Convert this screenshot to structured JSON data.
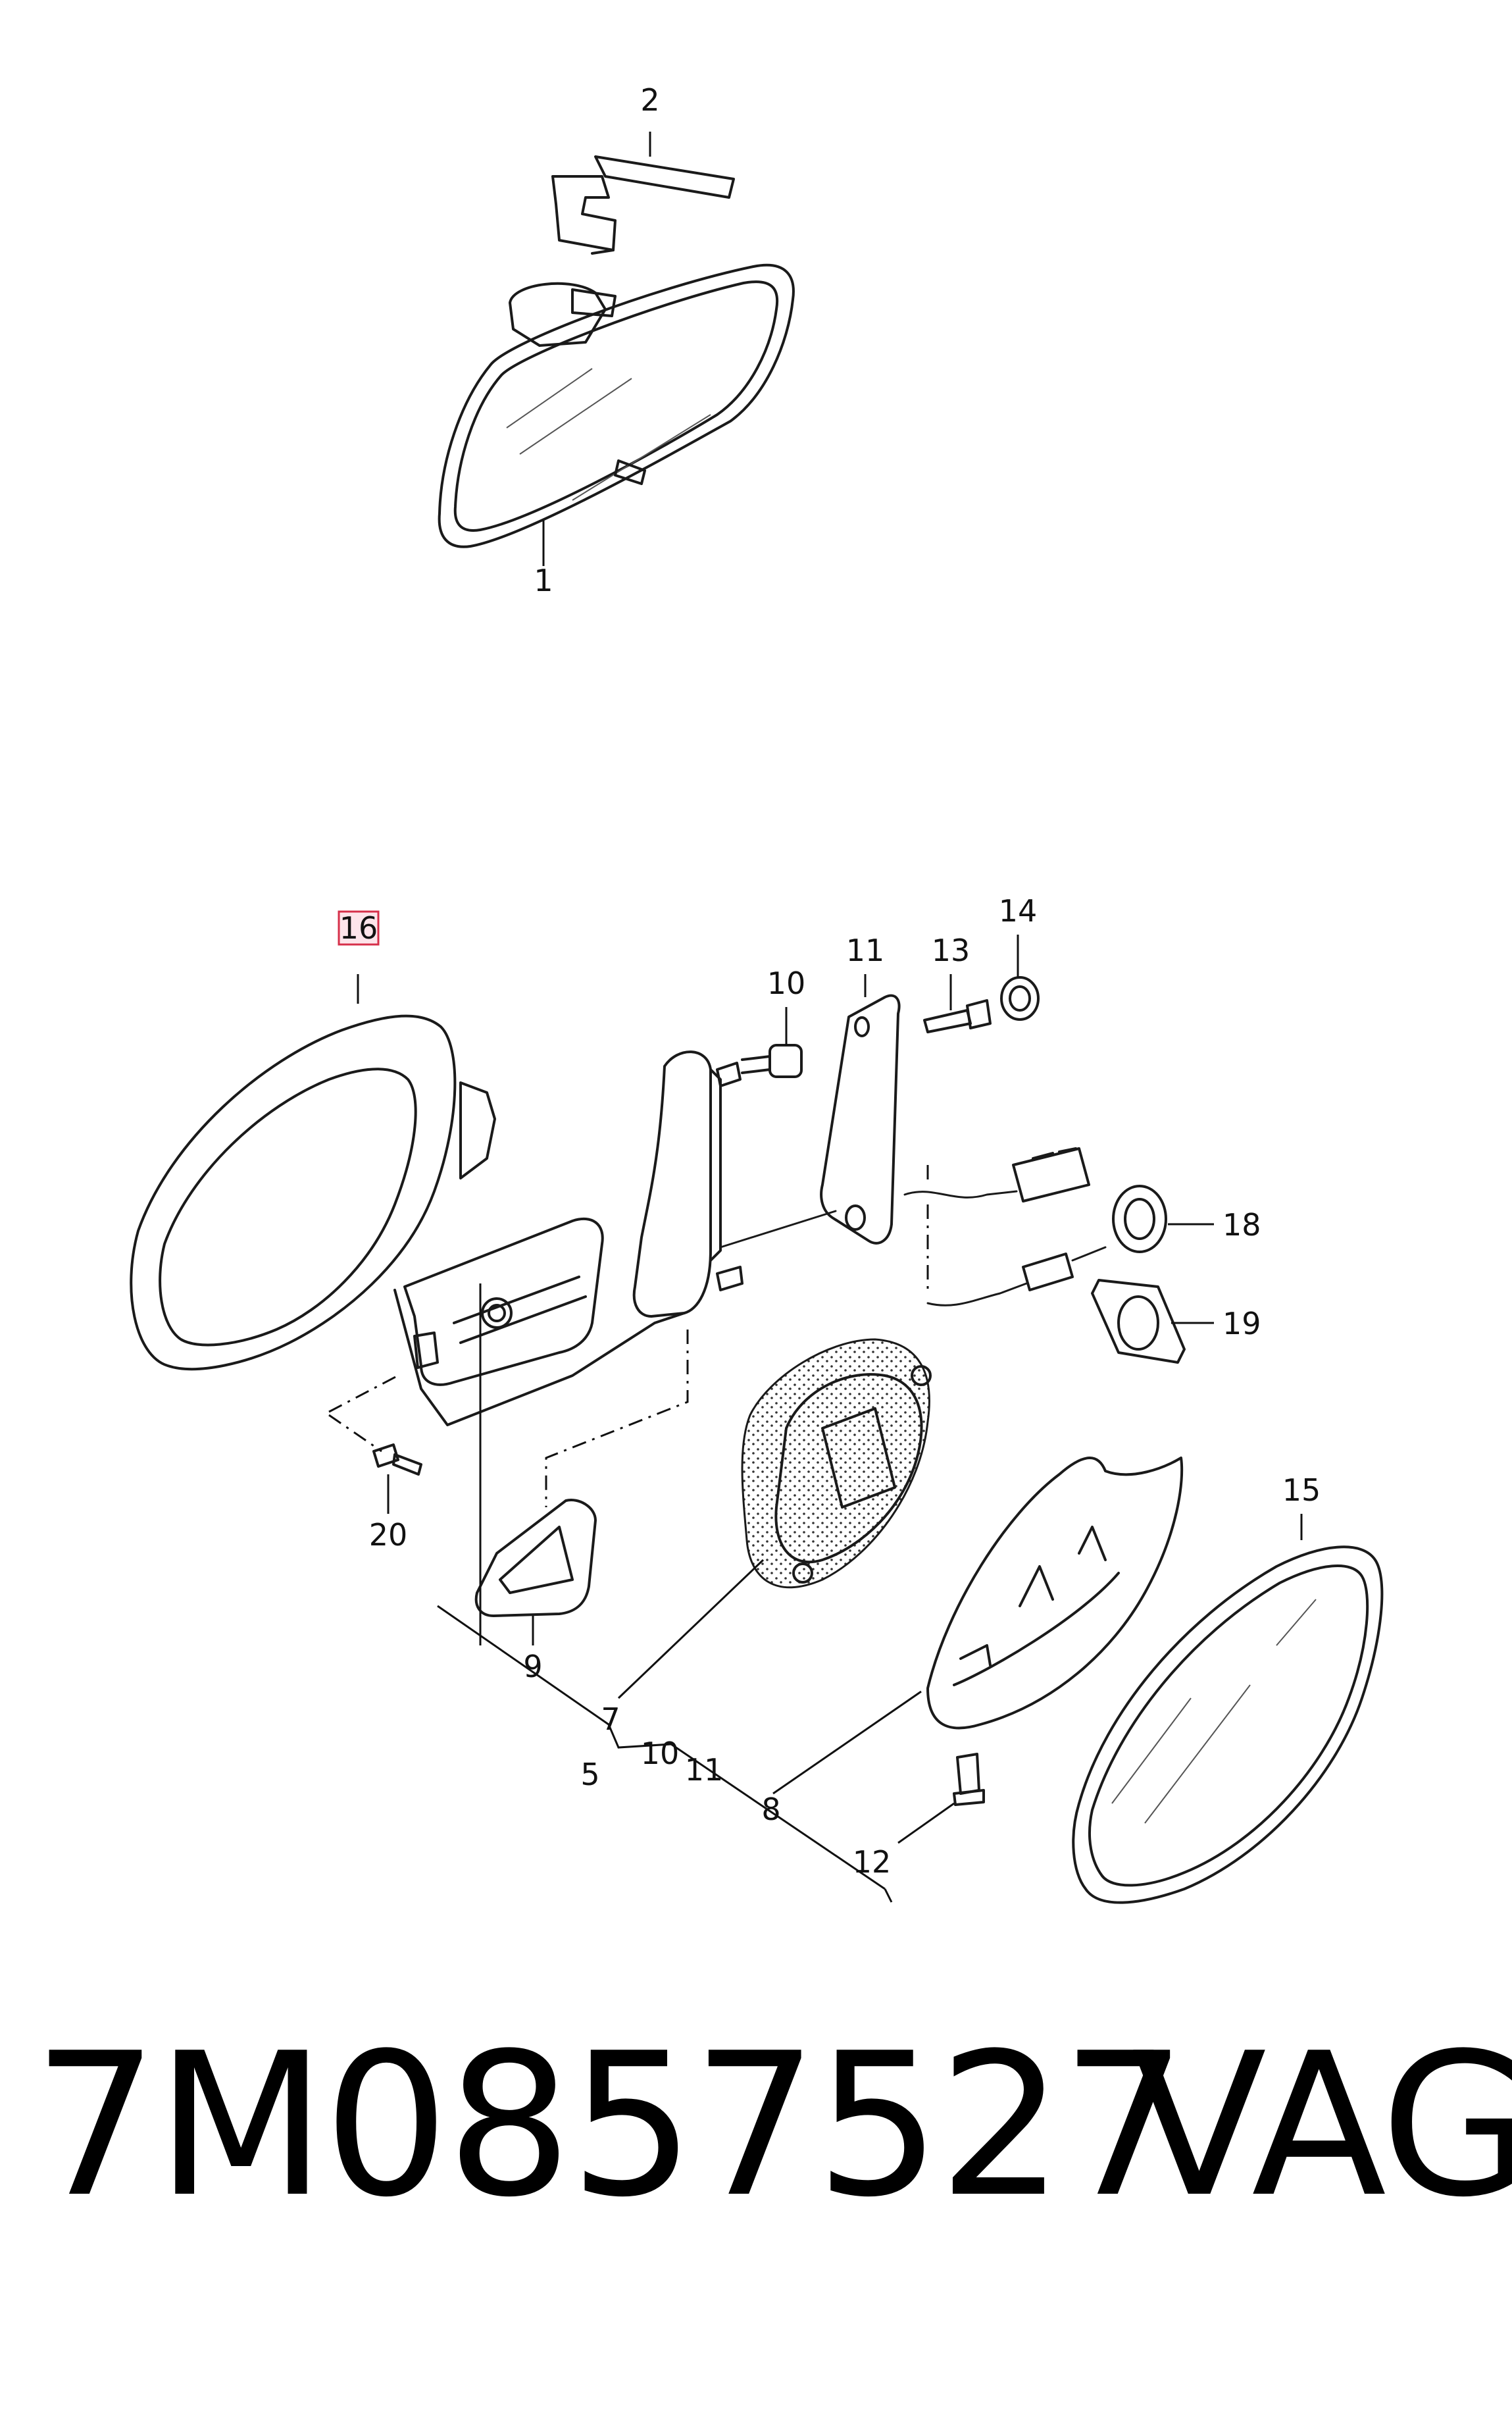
{
  "callouts": {
    "c1": "1",
    "c2": "2",
    "c5": "5",
    "c7": "7",
    "c8": "8",
    "c9": "9",
    "c10a": "10",
    "c10b": "10",
    "c11a": "11",
    "c11b": "11",
    "c12": "12",
    "c13": "13",
    "c14": "14",
    "c15": "15",
    "c16": "16",
    "c18": "18",
    "c19": "19",
    "c20": "20"
  },
  "highlight": {
    "callout": "16",
    "border_color": "#d6304a",
    "fill_color": "#fde4ea"
  },
  "footer": {
    "part_number": "7M0857527",
    "brand": "VAG"
  }
}
